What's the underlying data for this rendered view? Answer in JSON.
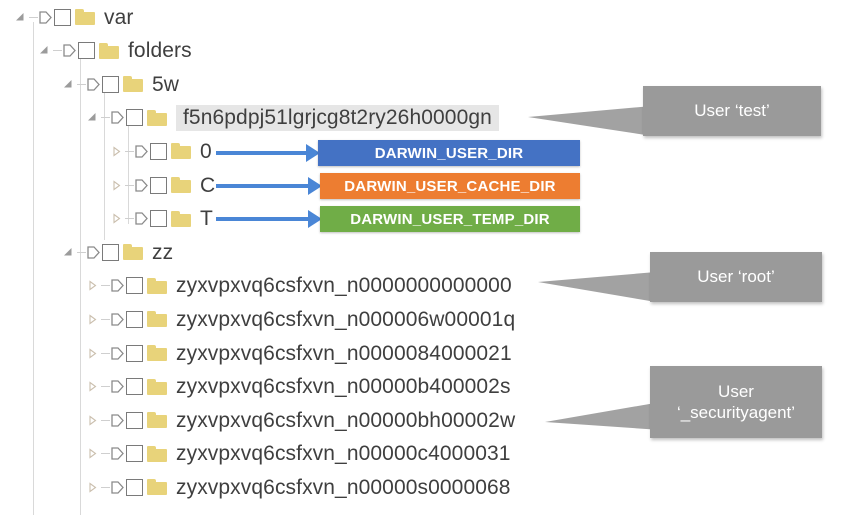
{
  "window": {
    "kind": "file-tree-explorer",
    "selection_background": "#e6e6e6",
    "folder_color": "#e8d37a",
    "arrow_color": "#4a86d6",
    "callout_color": "#9a9a9a"
  },
  "tree": {
    "rows": [
      {
        "label": "var",
        "depth": 0,
        "state": "expanded"
      },
      {
        "label": "folders",
        "depth": 1,
        "state": "expanded"
      },
      {
        "label": "5w",
        "depth": 2,
        "state": "expanded"
      },
      {
        "label": "f5n6pdpj51lgrjcg8t2ry26h0000gn",
        "depth": 3,
        "state": "expanded",
        "selected": true
      },
      {
        "label": "0",
        "depth": 4,
        "state": "collapsed"
      },
      {
        "label": "C",
        "depth": 4,
        "state": "collapsed"
      },
      {
        "label": "T",
        "depth": 4,
        "state": "collapsed"
      },
      {
        "label": "zz",
        "depth": 2,
        "state": "expanded"
      },
      {
        "label": "zyxvpxvq6csfxvn_n0000000000000",
        "depth": 3,
        "state": "collapsed"
      },
      {
        "label": "zyxvpxvq6csfxvn_n000006w00001q",
        "depth": 3,
        "state": "collapsed"
      },
      {
        "label": "zyxvpxvq6csfxvn_n0000084000021",
        "depth": 3,
        "state": "collapsed"
      },
      {
        "label": "zyxvpxvq6csfxvn_n00000b400002s",
        "depth": 3,
        "state": "collapsed"
      },
      {
        "label": "zyxvpxvq6csfxvn_n00000bh00002w",
        "depth": 3,
        "state": "collapsed"
      },
      {
        "label": "zyxvpxvq6csfxvn_n00000c4000031",
        "depth": 3,
        "state": "collapsed"
      },
      {
        "label": "zyxvpxvq6csfxvn_n00000s0000068",
        "depth": 3,
        "state": "collapsed"
      }
    ]
  },
  "env_boxes": [
    {
      "text": "DARWIN_USER_DIR",
      "color": "#4472c4"
    },
    {
      "text": "DARWIN_USER_CACHE_DIR",
      "color": "#ed7d31"
    },
    {
      "text": "DARWIN_USER_TEMP_DIR",
      "color": "#70ad47"
    }
  ],
  "callouts": [
    {
      "line1": "User ‘test’",
      "line2": ""
    },
    {
      "line1": "User ‘root’",
      "line2": ""
    },
    {
      "line1": "User",
      "line2": "‘_securityagent’"
    }
  ]
}
